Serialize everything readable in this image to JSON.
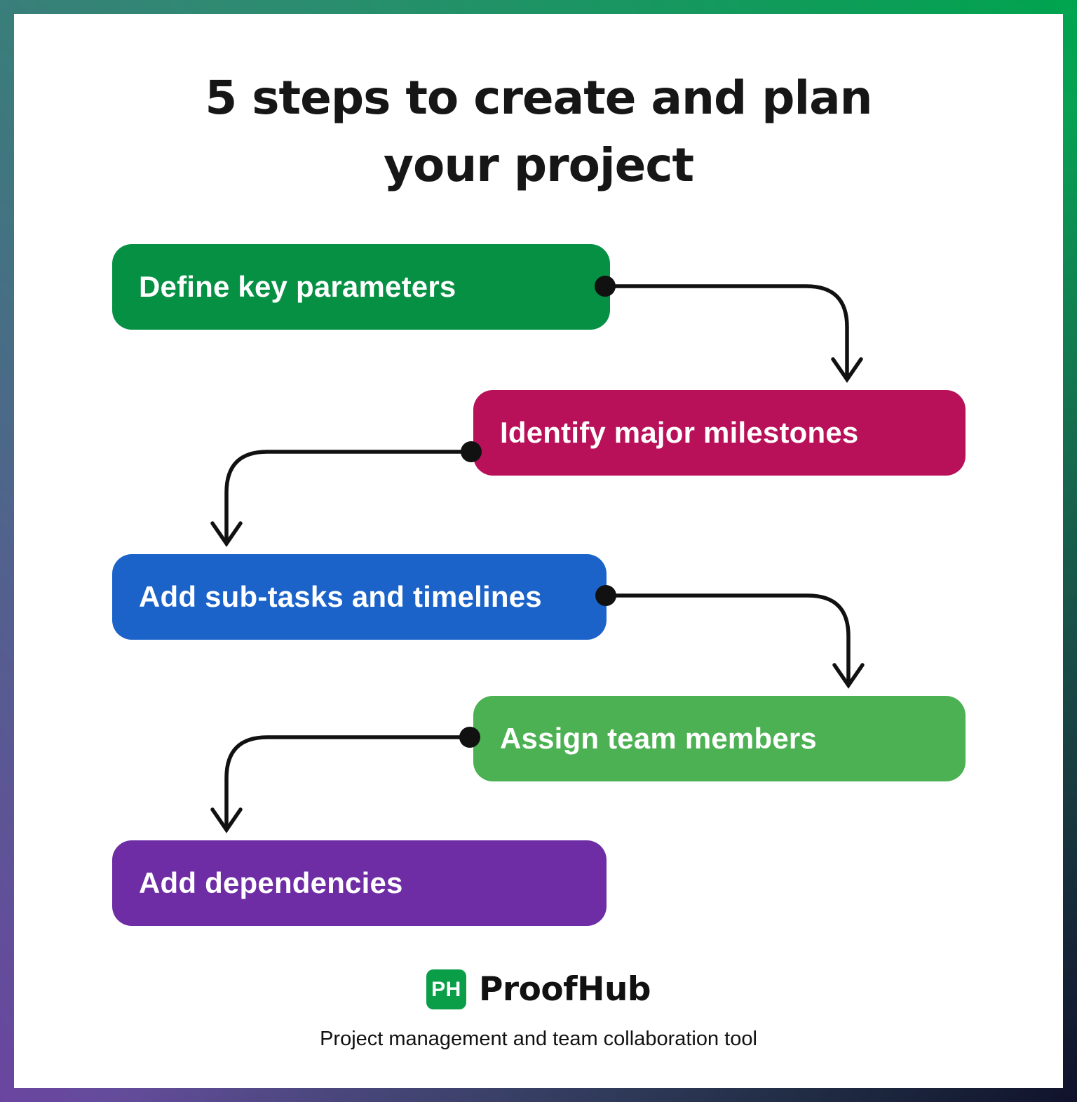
{
  "page": {
    "title_line1": "5 steps to create and plan",
    "title_line2": "your project"
  },
  "steps": [
    {
      "label": "Define key parameters",
      "color": "#059043"
    },
    {
      "label": "Identify major milestones",
      "color": "#b8115a"
    },
    {
      "label": "Add sub-tasks and timelines",
      "color": "#1b63c9"
    },
    {
      "label": "Assign team members",
      "color": "#4cb152"
    },
    {
      "label": "Add dependencies",
      "color": "#6e2da4"
    }
  ],
  "footer": {
    "logo_monogram": "PH",
    "logo_color": "#0b9e49",
    "brand": "ProofHub",
    "tagline": "Project management and team collaboration tool"
  },
  "colors": {
    "arrow": "#111111",
    "background": "#ffffff"
  }
}
